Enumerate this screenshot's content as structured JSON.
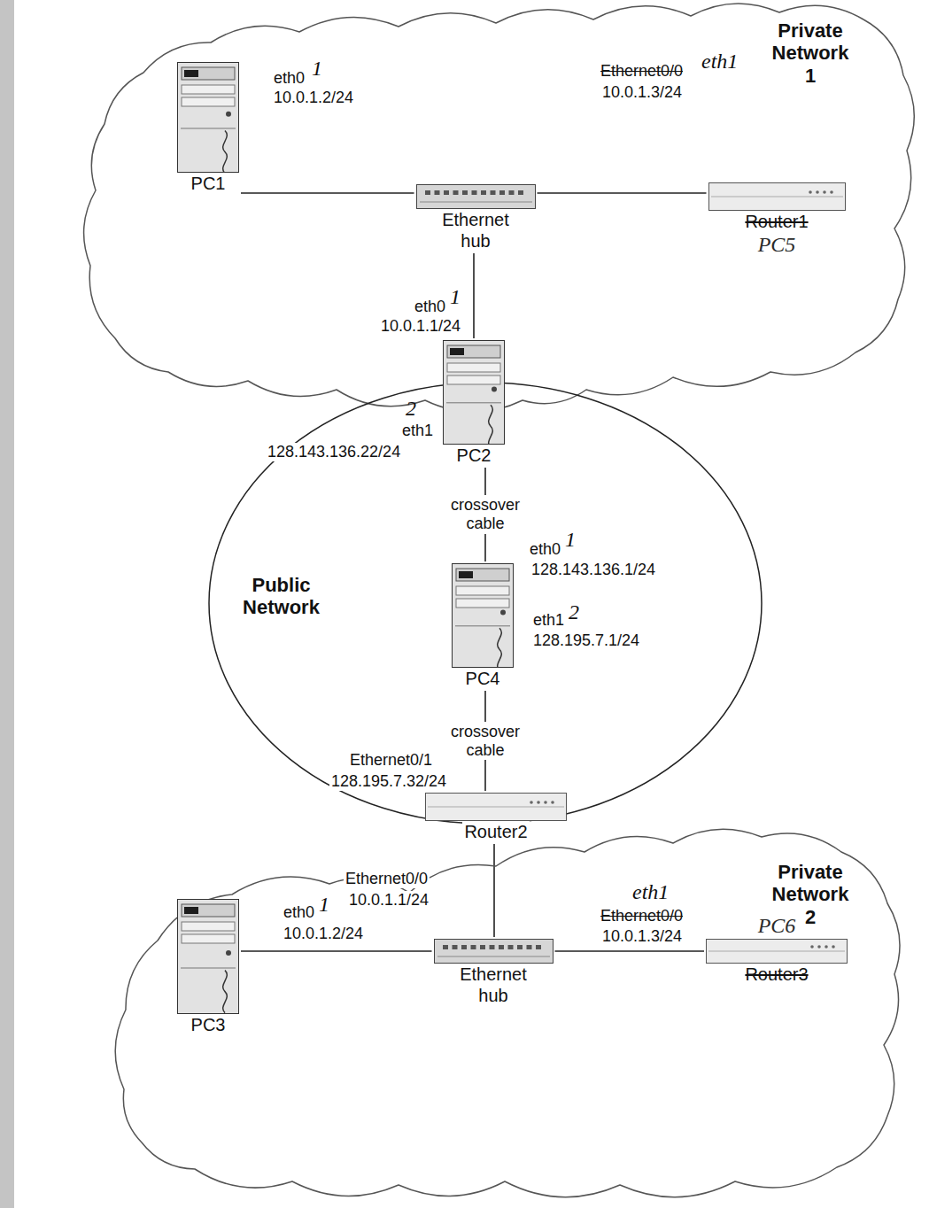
{
  "diagram": {
    "nodes": [
      {
        "text": [
          "Private Network 1"
        ]
      },
      {
        "text": [
          "PC1"
        ],
        "in": 0
      },
      {
        "text": [
          "Ethernet hub"
        ],
        "in": 0
      },
      {
        "text": [
          "Router1",
          "PC5"
        ],
        "in": 0
      },
      {
        "text": [
          "PC2"
        ]
      },
      {
        "text": [
          "Public Network"
        ]
      },
      {
        "text": [
          "PC4"
        ],
        "in": 5
      },
      {
        "text": [
          "Router2"
        ]
      },
      {
        "text": [
          "Private Network 2"
        ]
      },
      {
        "text": [
          "PC3"
        ],
        "in": 8
      },
      {
        "text": [
          "Ethernet hub"
        ],
        "in": 8
      },
      {
        "text": [
          "Router3",
          "PC6"
        ],
        "in": 8
      }
    ],
    "edges": [
      {
        "from": 1,
        "to": 2,
        "arrow": "none"
      },
      {
        "from": 2,
        "to": 3,
        "arrow": "none"
      },
      {
        "from": 2,
        "to": 4,
        "arrow": "none"
      },
      {
        "from": 4,
        "to": 6,
        "arrow": "none",
        "label": "crossover cable"
      },
      {
        "from": 6,
        "to": 7,
        "arrow": "none",
        "label": "crossover cable"
      },
      {
        "from": 7,
        "to": 10,
        "arrow": "none"
      },
      {
        "from": 9,
        "to": 10,
        "arrow": "none"
      },
      {
        "from": 10,
        "to": 11,
        "arrow": "none"
      }
    ],
    "labels": [
      "eth0",
      "1",
      "10.0.1.2/24",
      "Ethernet0/0",
      "eth1",
      "10.0.1.3/24",
      "eth0",
      "1",
      "10.0.1.1/24",
      "eth1",
      "2",
      "128.143.136.22/24",
      "eth0",
      "1",
      "128.143.136.1/24",
      "eth1",
      "2",
      "128.195.7.1/24",
      "Ethernet0/1",
      "128.195.7.32/24",
      "Ethernet0/0",
      "10.0.1.1/24",
      "eth0",
      "1",
      "10.0.1.2/24",
      "Ethernet0/0",
      "eth1",
      "10.0.1.3/24"
    ]
  }
}
